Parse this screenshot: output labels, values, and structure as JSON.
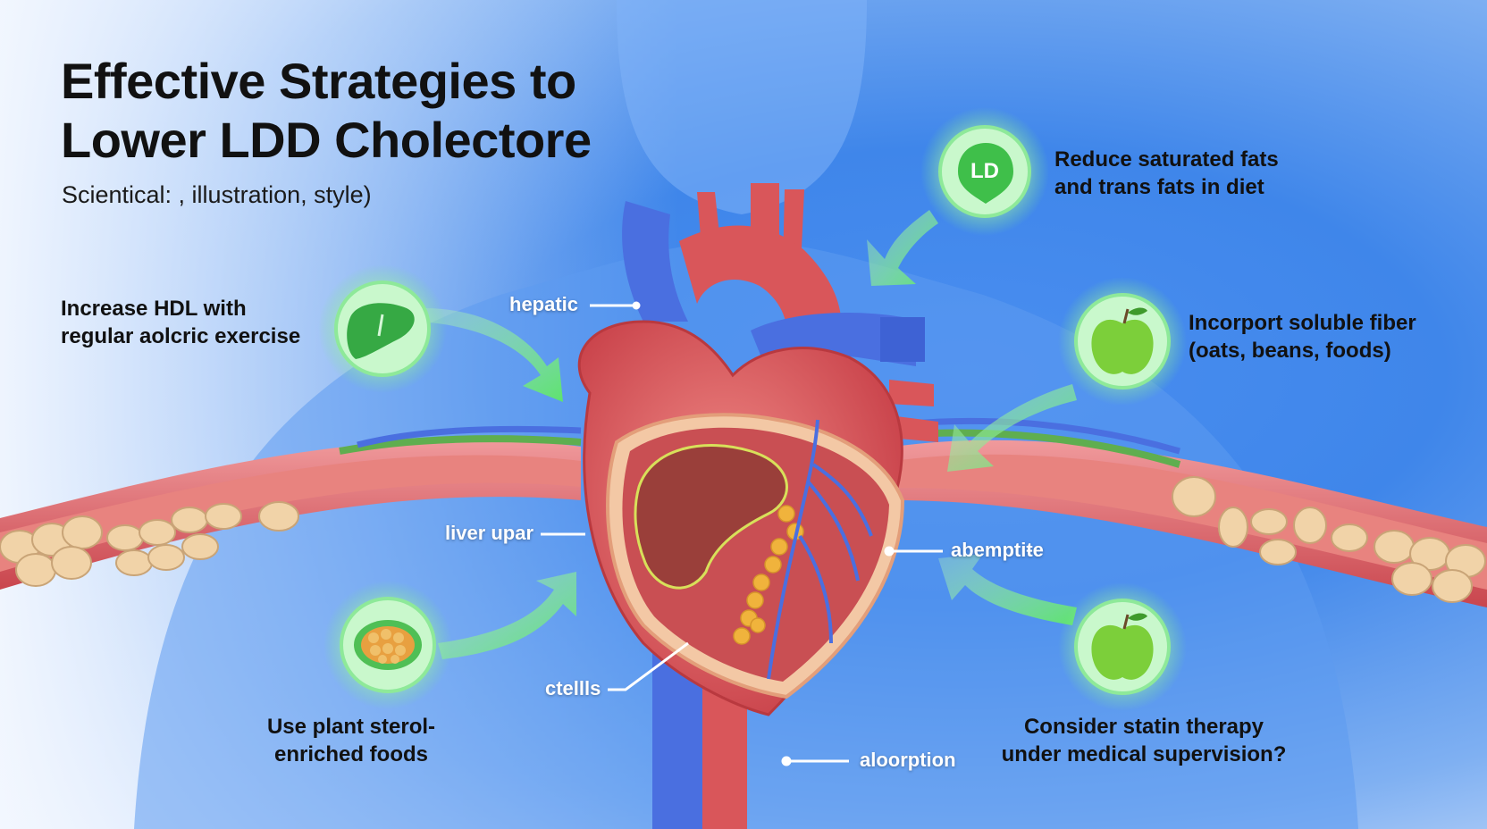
{
  "title": {
    "line1": "Effective Strategies to",
    "line2": "Lower LDD Cholectore"
  },
  "subtitle": "Scientical: , illustration, style)",
  "ld_badge": "LD",
  "strategies": {
    "saturated_fats": {
      "line1": "Reduce saturated fats",
      "line2": "and trans fats in diet"
    },
    "hdl_exercise": {
      "line1": "Increase HDL with",
      "line2": "regular aolcric exercise"
    },
    "soluble_fiber": {
      "line1": "Incorport soluble fiber",
      "line2": "(oats, beans, foods)"
    },
    "plant_sterol": {
      "line1": "Use plant sterol-",
      "line2": "enriched foods"
    },
    "statin": {
      "line1": "Consider statin therapy",
      "line2": "under medical supervision?"
    }
  },
  "callouts": {
    "hepatic": "hepatic",
    "liver": "liver upar",
    "absorptive": "abemptiŧe",
    "cells": "ctellls",
    "absorption": "aloorption"
  },
  "colors": {
    "arrow_green": "#6ee87a",
    "heart_red": "#d9565a",
    "vessel_blue": "#4a6fe0",
    "liver_brown": "#9a3f3a"
  }
}
